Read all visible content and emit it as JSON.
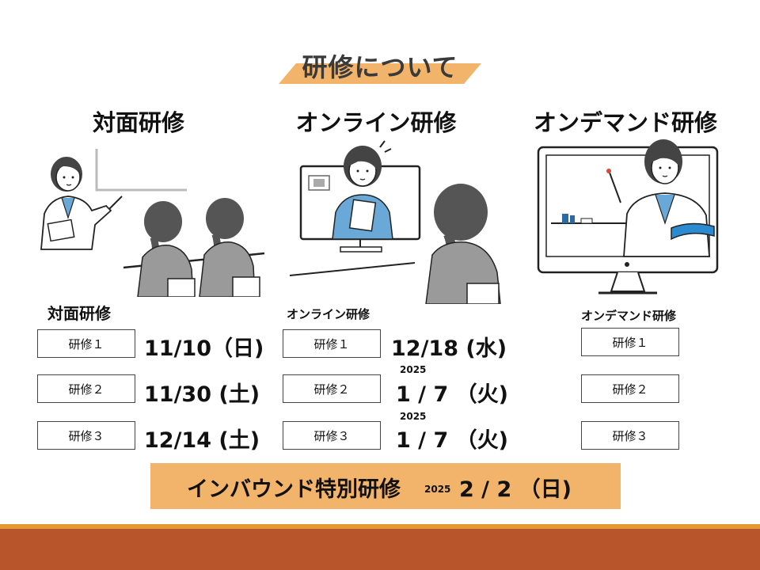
{
  "header": {
    "title": "研修について"
  },
  "sections": {
    "inperson": {
      "title": "対面研修",
      "label": "対面研修"
    },
    "online": {
      "title": "オンライン研修",
      "label": "オンライン研修"
    },
    "ondemand": {
      "title": "オンデマンド研修",
      "label": "オンデマンド研修"
    }
  },
  "sessions": {
    "inperson": [
      {
        "name": "研修１",
        "date": "11/10（日)"
      },
      {
        "name": "研修２",
        "date": "11/30 (土)"
      },
      {
        "name": "研修３",
        "date": "12/14 (土)"
      }
    ],
    "online": [
      {
        "name": "研修１",
        "date": "12/18 (水)",
        "year": ""
      },
      {
        "name": "研修２",
        "date": "1 / 7 （火)",
        "year": "2025"
      },
      {
        "name": "研修３",
        "date": "1 / 7 （火)",
        "year": "2025"
      }
    ],
    "ondemand": [
      {
        "name": "研修１"
      },
      {
        "name": "研修２"
      },
      {
        "name": "研修３"
      }
    ]
  },
  "inbound": {
    "label": "インバウンド特別研修",
    "year": "2025",
    "date": "2 / 2 （日)"
  },
  "colors": {
    "ribbon": "#f2b36a",
    "ribbon_dark": "#e39a35",
    "footer_band": "#b9552a",
    "illustration_blue": "#6aa8d8",
    "illustration_gray": "#9a9a9a"
  },
  "icons": {
    "inperson": "teacher-students-illustration",
    "online": "video-call-illustration",
    "ondemand": "monitor-lecture-illustration"
  }
}
